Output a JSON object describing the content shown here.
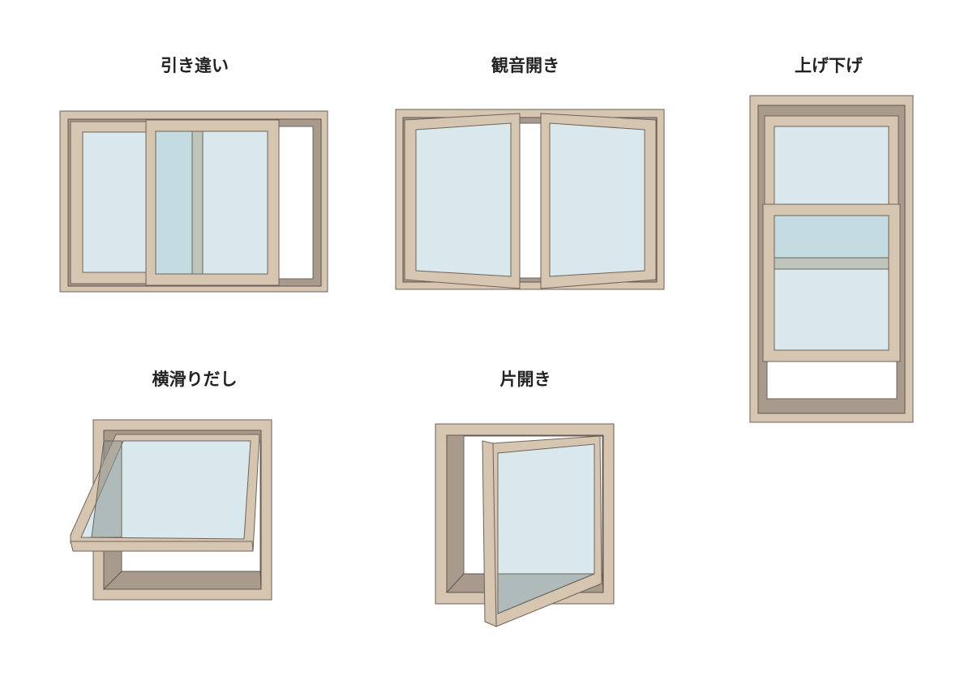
{
  "diagram": {
    "windows": [
      {
        "label": "引き違い"
      },
      {
        "label": "観音開き"
      },
      {
        "label": "上げ下げ"
      },
      {
        "label": "横滑りだし"
      },
      {
        "label": "片開き"
      }
    ]
  },
  "colors": {
    "frame": "#d6c5b1",
    "shadow": "#a89b8e",
    "glass": "#d8e8ec"
  }
}
